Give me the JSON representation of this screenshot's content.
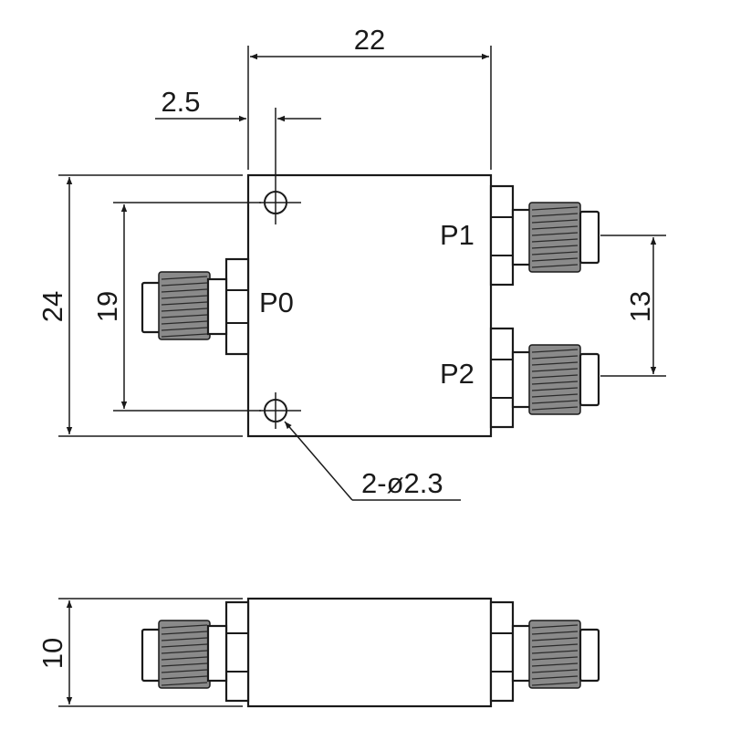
{
  "dimensions": {
    "width": "22",
    "offset": "2.5",
    "height": "24",
    "hole_spacing": "19",
    "port_spacing": "13",
    "holes": "2-ø2.3",
    "thickness": "10"
  },
  "ports": {
    "input": "P0",
    "output1": "P1",
    "output2": "P2"
  }
}
